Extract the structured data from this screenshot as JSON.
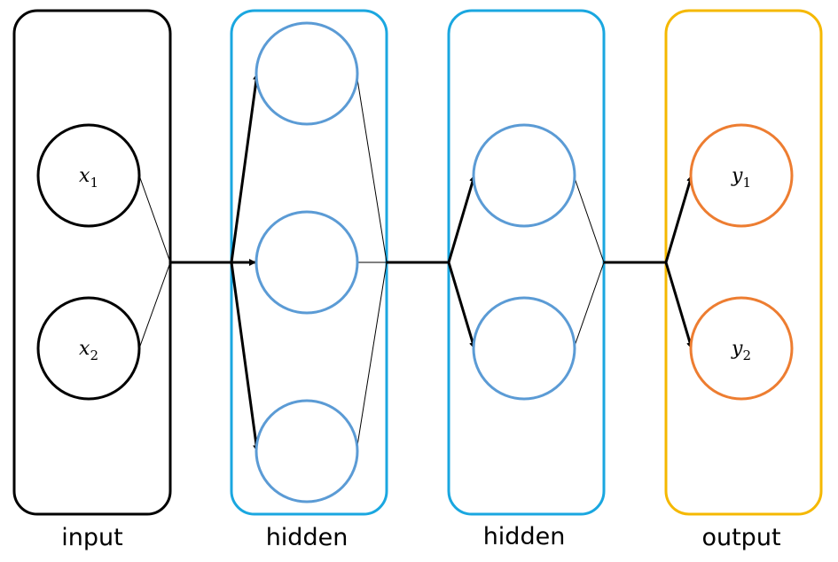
{
  "layers": [
    {
      "label": "input",
      "color": "#000000",
      "nodes": [
        {
          "var": "x",
          "sub": "1"
        },
        {
          "var": "x",
          "sub": "2"
        }
      ]
    },
    {
      "label": "hidden",
      "color": "#1aa7e0",
      "nodes": [
        {},
        {},
        {}
      ]
    },
    {
      "label": "hidden",
      "color": "#1aa7e0",
      "nodes": [
        {},
        {}
      ]
    },
    {
      "label": "output",
      "color": "#f5b800",
      "nodes": [
        {
          "var": "y",
          "sub": "1"
        },
        {
          "var": "y",
          "sub": "2"
        }
      ]
    }
  ],
  "colors": {
    "input_node": "#000000",
    "hidden_node": "#5b9bd5",
    "output_node": "#ed7d31",
    "edge": "#000000"
  }
}
